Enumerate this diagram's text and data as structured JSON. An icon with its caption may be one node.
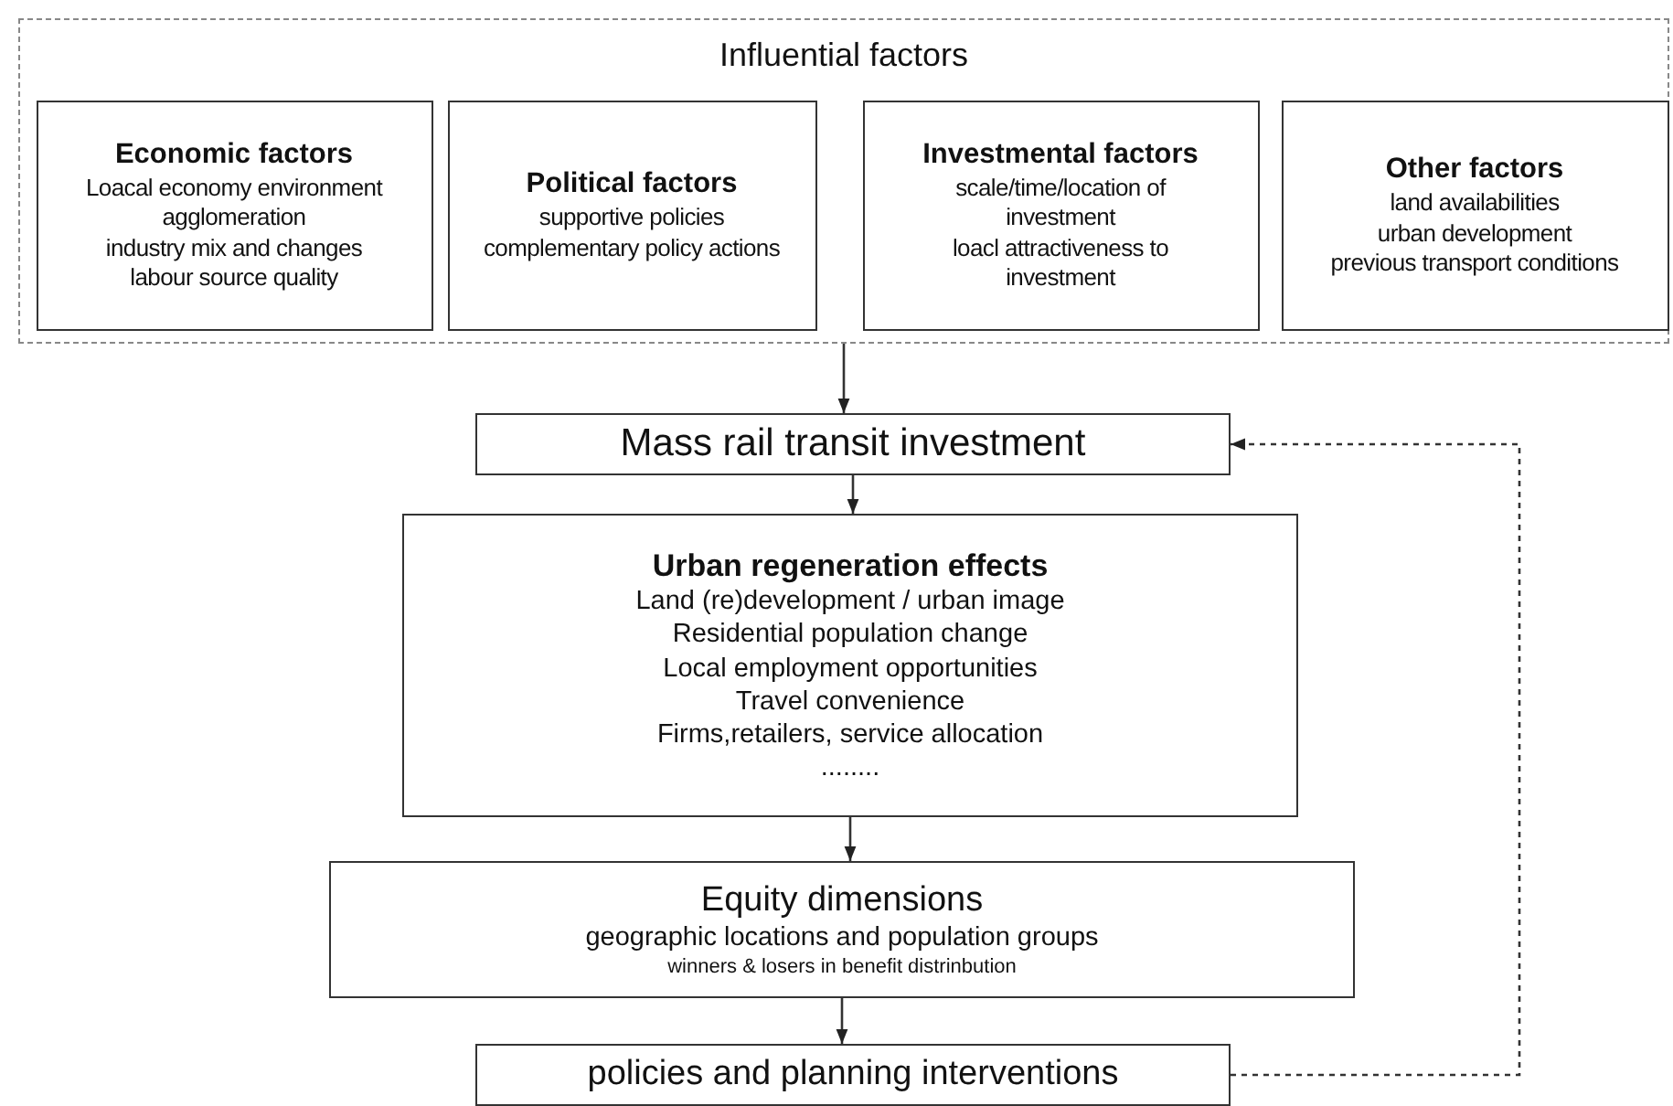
{
  "diagram": {
    "nodes": [
      {
        "text": [
          "Influential factors"
        ]
      },
      {
        "text": [
          "Economic factors",
          "Loacal economy environment",
          "agglomeration",
          "industry mix and changes",
          "labour source quality"
        ],
        "in": 0
      },
      {
        "text": [
          "Political factors",
          "supportive policies",
          "complementary policy actions"
        ],
        "in": 0
      },
      {
        "text": [
          "Investmental factors",
          "scale/time/location of investment",
          "loacl attractiveness to investment"
        ],
        "in": 0
      },
      {
        "text": [
          "Other factors",
          "land availabilities",
          "urban development",
          "previous transport conditions"
        ],
        "in": 0
      },
      {
        "text": [
          "Mass rail transit investment"
        ]
      },
      {
        "text": [
          "Urban regeneration effects",
          "Land (re)development / urban image",
          "Residential population change",
          "Local employment opportunities",
          "Travel convenience",
          "Firms,retailers, service allocation",
          "........"
        ]
      },
      {
        "text": [
          "Equity dimensions",
          "geographic locations and population groups",
          "winners & losers in benefit distrinbution"
        ]
      },
      {
        "text": [
          "policies and planning interventions"
        ]
      }
    ],
    "edges": [
      {
        "from": 0,
        "to": 5,
        "arrow": "to"
      },
      {
        "from": 5,
        "to": 6,
        "arrow": "to"
      },
      {
        "from": 6,
        "to": 7,
        "arrow": "to"
      },
      {
        "from": 7,
        "to": 8,
        "arrow": "to"
      },
      {
        "from": 8,
        "to": 5,
        "arrow": "to",
        "style": "dashed"
      }
    ]
  }
}
